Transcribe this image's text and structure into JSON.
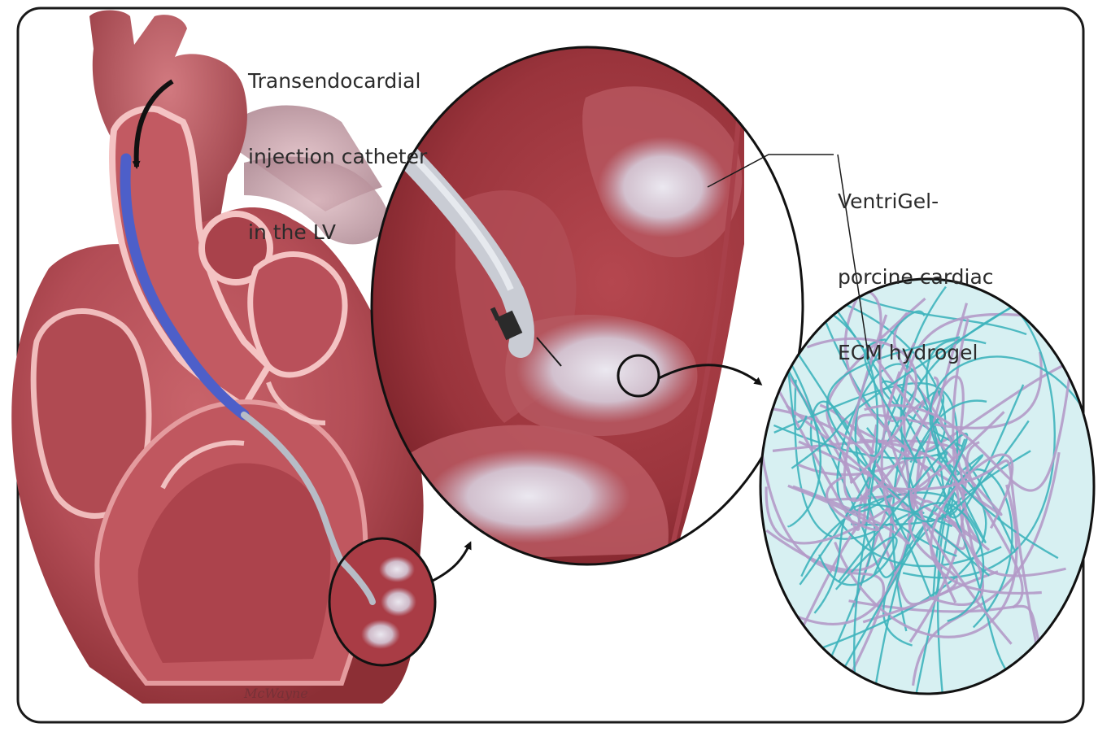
{
  "labels": {
    "catheter": [
      "Transendocardial",
      "injection catheter",
      "in the LV"
    ],
    "hydrogel": [
      "VentriGel-",
      "porcine cardiac",
      "ECM hydrogel"
    ]
  },
  "signature": "McWayne",
  "colors": {
    "frame": "#1a1a1a",
    "heart_dark": "#8c2f35",
    "heart_mid": "#b9525a",
    "heart_light": "#e29a9c",
    "heart_pale": "#f1c6c4",
    "catheter_blue": "#4d5fc9",
    "catheter_gray": "#b7bcc6",
    "gel_white": "#e6e8f3",
    "fiber_cyan": "#3fb4bd",
    "fiber_lavender": "#b49ac8",
    "hydrogel_bg": "#d7f0f2",
    "arrow": "#111111"
  }
}
